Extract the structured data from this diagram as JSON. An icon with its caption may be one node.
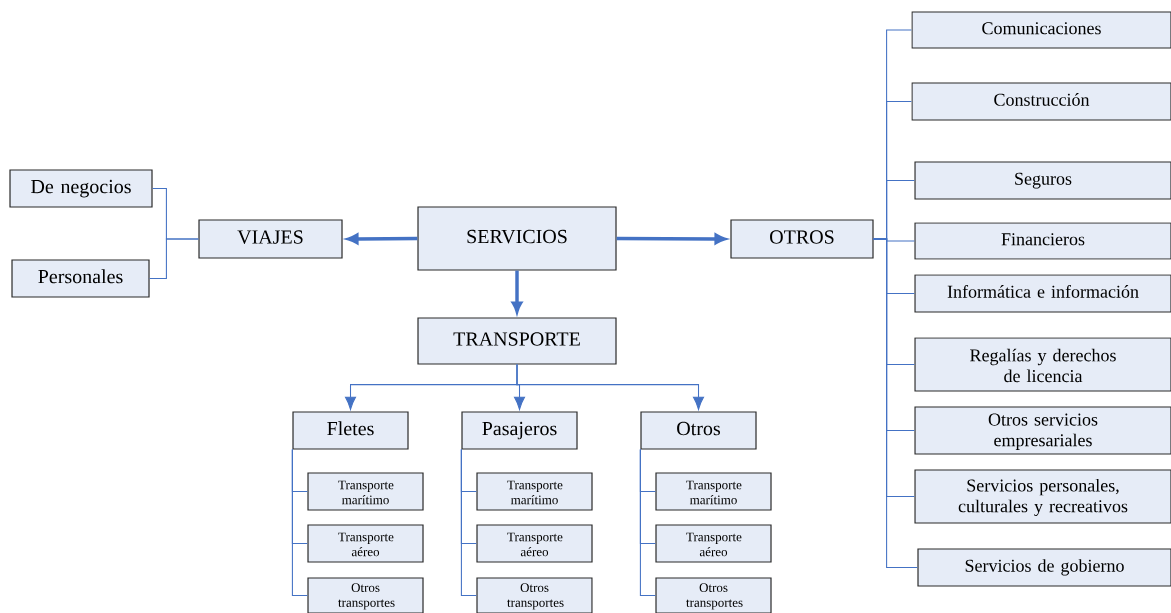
{
  "diagram": {
    "nodes": [
      {
        "text": [
          "SERVICIOS"
        ]
      },
      {
        "text": [
          "VIAJES"
        ]
      },
      {
        "text": [
          "OTROS"
        ]
      },
      {
        "text": [
          "TRANSPORTE"
        ]
      },
      {
        "text": [
          "De negocios"
        ]
      },
      {
        "text": [
          "Personales"
        ]
      },
      {
        "text": [
          "Fletes"
        ]
      },
      {
        "text": [
          "Pasajeros"
        ]
      },
      {
        "text": [
          "Otros"
        ]
      },
      {
        "text": [
          "Transporte marítimo"
        ]
      },
      {
        "text": [
          "Transporte aéreo"
        ]
      },
      {
        "text": [
          "Otros transportes"
        ]
      },
      {
        "text": [
          "Transporte marítimo"
        ]
      },
      {
        "text": [
          "Transporte aéreo"
        ]
      },
      {
        "text": [
          "Otros transportes"
        ]
      },
      {
        "text": [
          "Transporte marítimo"
        ]
      },
      {
        "text": [
          "Transporte aéreo"
        ]
      },
      {
        "text": [
          "Otros transportes"
        ]
      },
      {
        "text": [
          "Comunicaciones"
        ]
      },
      {
        "text": [
          "Construcción"
        ]
      },
      {
        "text": [
          "Seguros"
        ]
      },
      {
        "text": [
          "Financieros"
        ]
      },
      {
        "text": [
          "Informática e información"
        ]
      },
      {
        "text": [
          "Regalías y derechos de licencia"
        ]
      },
      {
        "text": [
          "Otros servicios empresariales"
        ]
      },
      {
        "text": [
          "Servicios personales, culturales y recreativos"
        ]
      },
      {
        "text": [
          "Servicios de gobierno"
        ]
      }
    ],
    "edges": [
      {
        "from": 0,
        "to": 1,
        "arrow": "to",
        "style": "thick"
      },
      {
        "from": 0,
        "to": 2,
        "arrow": "to",
        "style": "thick"
      },
      {
        "from": 0,
        "to": 3,
        "arrow": "to",
        "style": "thick"
      },
      {
        "from": 1,
        "to": 4,
        "arrow": "none"
      },
      {
        "from": 1,
        "to": 5,
        "arrow": "none"
      },
      {
        "from": 3,
        "to": 6,
        "arrow": "to"
      },
      {
        "from": 3,
        "to": 7,
        "arrow": "to"
      },
      {
        "from": 3,
        "to": 8,
        "arrow": "to"
      },
      {
        "from": 6,
        "to": 9,
        "arrow": "none"
      },
      {
        "from": 6,
        "to": 10,
        "arrow": "none"
      },
      {
        "from": 6,
        "to": 11,
        "arrow": "none"
      },
      {
        "from": 7,
        "to": 12,
        "arrow": "none"
      },
      {
        "from": 7,
        "to": 13,
        "arrow": "none"
      },
      {
        "from": 7,
        "to": 14,
        "arrow": "none"
      },
      {
        "from": 8,
        "to": 15,
        "arrow": "none"
      },
      {
        "from": 8,
        "to": 16,
        "arrow": "none"
      },
      {
        "from": 8,
        "to": 17,
        "arrow": "none"
      },
      {
        "from": 2,
        "to": 18,
        "arrow": "none"
      },
      {
        "from": 2,
        "to": 19,
        "arrow": "none"
      },
      {
        "from": 2,
        "to": 20,
        "arrow": "none"
      },
      {
        "from": 2,
        "to": 21,
        "arrow": "none"
      },
      {
        "from": 2,
        "to": 22,
        "arrow": "none"
      },
      {
        "from": 2,
        "to": 23,
        "arrow": "none"
      },
      {
        "from": 2,
        "to": 24,
        "arrow": "none"
      },
      {
        "from": 2,
        "to": 25,
        "arrow": "none"
      },
      {
        "from": 2,
        "to": 26,
        "arrow": "none"
      }
    ]
  }
}
